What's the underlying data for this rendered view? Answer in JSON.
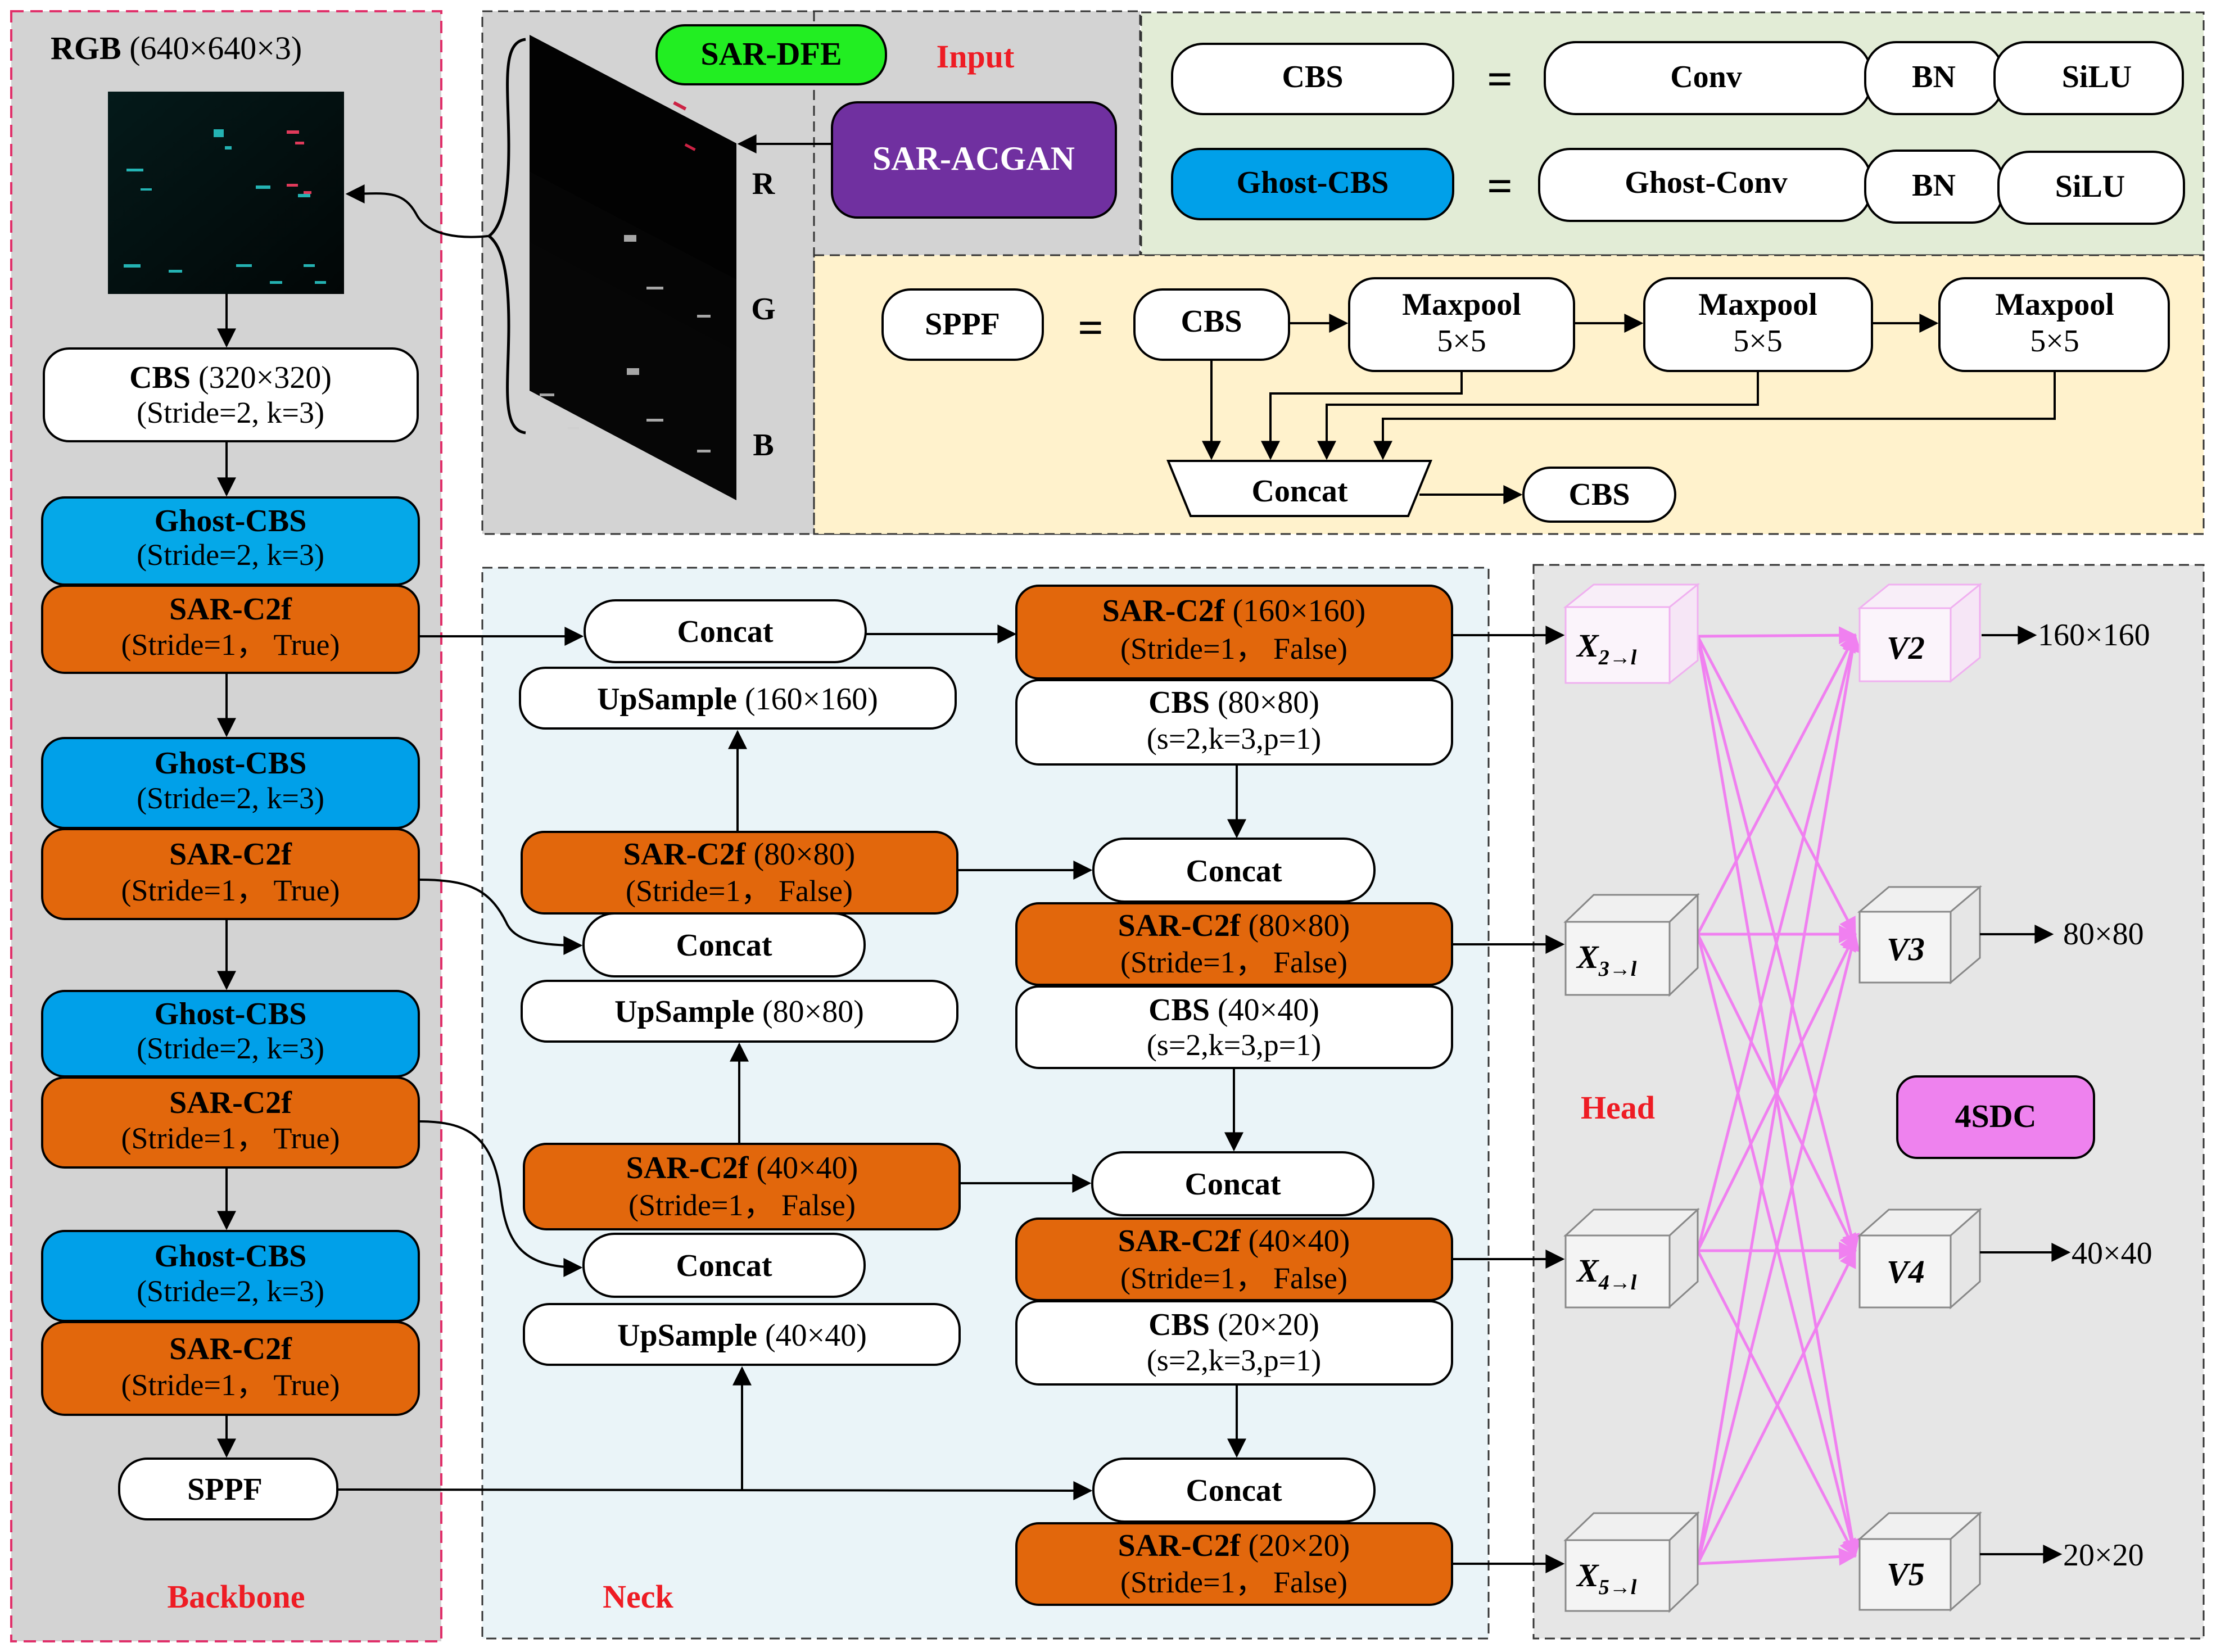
{
  "colors": {
    "backbone_bg": "#d3d3d3",
    "input_bg": "#d3d3d3",
    "legend_green_bg": "#e2ecd6",
    "legend_yellow_bg": "#fff2cc",
    "neck_bg": "#eaf4f8",
    "head_bg": "#e6e6e6",
    "orange": "#e2670c",
    "ghost_blue": "#00a0e9",
    "ghost_cyan": "#05a8e8",
    "acgan_purple": "#7030a0",
    "dfe_green": "#22ee22",
    "sdc_pink": "#ee82ee",
    "label_red": "#ee1c24",
    "pink_line": "#f080f0"
  },
  "backbone": {
    "label": "Backbone",
    "rgb_title_bold": "RGB",
    "rgb_title_dims": " (640×640×3)",
    "cbs": {
      "bold": "CBS",
      "extra": " (320×320)",
      "sub": "(Stride=2, k=3)"
    },
    "stages": [
      {
        "ghost_bold": "Ghost-CBS",
        "ghost_sub": "(Stride=2, k=3)",
        "c2f_bold": "SAR-C2f",
        "c2f_sub": "(Stride=1， True)"
      },
      {
        "ghost_bold": "Ghost-CBS",
        "ghost_sub": "(Stride=2, k=3)",
        "c2f_bold": "SAR-C2f",
        "c2f_sub": "(Stride=1， True)"
      },
      {
        "ghost_bold": "Ghost-CBS",
        "ghost_sub": "(Stride=2, k=3)",
        "c2f_bold": "SAR-C2f",
        "c2f_sub": "(Stride=1， True)"
      },
      {
        "ghost_bold": "Ghost-CBS",
        "ghost_sub": "(Stride=2, k=3)",
        "c2f_bold": "SAR-C2f",
        "c2f_sub": "(Stride=1， True)"
      }
    ],
    "sppf": "SPPF"
  },
  "input": {
    "dfe": "SAR-DFE",
    "label": "Input",
    "acgan": "SAR-ACGAN",
    "channels": [
      "R",
      "G",
      "B"
    ]
  },
  "legend": {
    "cbs": "CBS",
    "conv": "Conv",
    "bn": "BN",
    "silu": "SiLU",
    "ghost_cbs": "Ghost-CBS",
    "ghost_conv": "Ghost-Conv",
    "eq": "=",
    "sppf": "SPPF",
    "maxpool": "Maxpool",
    "k5": "5×5",
    "concat": "Concat"
  },
  "neck": {
    "label": "Neck",
    "concat": "Concat",
    "upsample_bold": "UpSample",
    "up160": " (160×160)",
    "up80": " (80×80)",
    "up40": " (40×40)",
    "c2f_bold": "SAR-C2f",
    "c2f_false": "(Stride=1，  False)",
    "c2f_80": " (80×80)",
    "c2f_40": " (40×40)",
    "c2f_160": " (160×160)",
    "c2f_20": " (20×20)",
    "cbs_bold": "CBS",
    "cbs_80": " (80×80)",
    "cbs_40": " (40×40)",
    "cbs_20": " (20×20)",
    "cbs_sub": "(s=2,k=3,p=1)"
  },
  "head": {
    "label": "Head",
    "sdc": "4SDC",
    "inputs": [
      {
        "main": "X",
        "sub": "2→l"
      },
      {
        "main": "X",
        "sub": "3→l"
      },
      {
        "main": "X",
        "sub": "4→l"
      },
      {
        "main": "X",
        "sub": "5→l"
      }
    ],
    "outputs": [
      "V2",
      "V3",
      "V4",
      "V5"
    ],
    "sizes": [
      "160×160",
      "80×80",
      "40×40",
      "20×20"
    ]
  }
}
